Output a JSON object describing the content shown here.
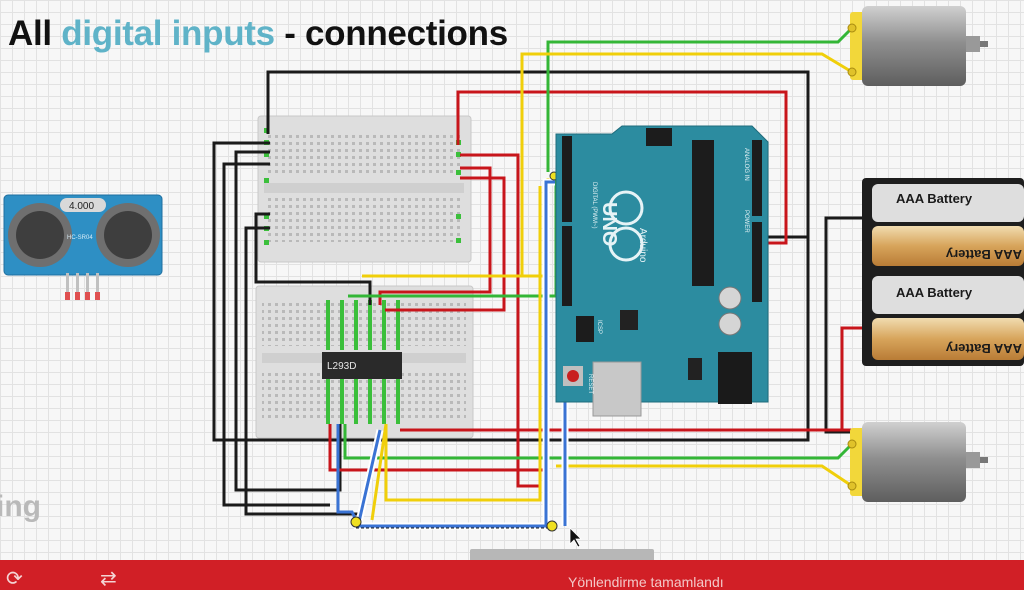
{
  "title": {
    "prefix": "All ",
    "highlight": "digital inputs",
    "suffix": " - connections"
  },
  "watermark": "ing",
  "sensor": {
    "display": "4.000",
    "model": "HC-SR04"
  },
  "chip": {
    "label": "L293D"
  },
  "arduino": {
    "model": "UNO",
    "reset_label": "RESET",
    "icsp_label": "ICSP",
    "digital_label": "DIGITAL (PWM~)",
    "analog_label": "ANALOG IN",
    "power_label": "POWER",
    "brand": "Arduino"
  },
  "batteries": [
    "AAA Battery",
    "AAA Battery",
    "AAA Battery",
    "AAA Battery"
  ],
  "status_bar": {
    "message": "Yönlendirme tamamlandı",
    "rotate_icon": "rotate-icon",
    "autoroute_icon": "autoroute-icon"
  },
  "colors": {
    "wire_black": "#1a1a1a",
    "wire_red": "#c8151b",
    "wire_green": "#33b636",
    "wire_yellow": "#f0cf0a",
    "wire_blue": "#3a73d4",
    "arduino": "#2c8ca0",
    "statusbar": "#d11f26",
    "title_highlight": "#5fb3c8"
  }
}
